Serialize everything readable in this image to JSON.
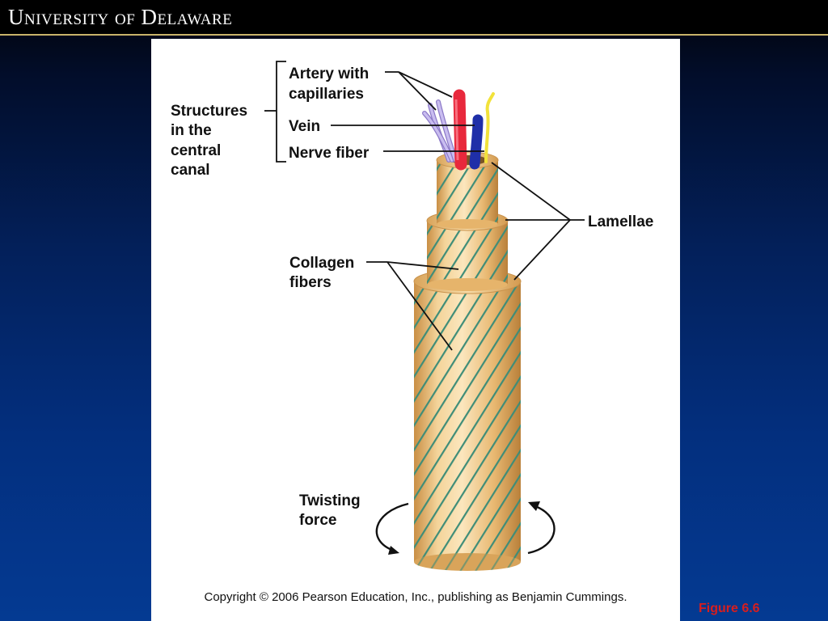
{
  "header": {
    "logo_text": "University of Delaware"
  },
  "diagram": {
    "labels": {
      "artery": [
        "Artery with",
        "capillaries"
      ],
      "structures": [
        "Structures",
        "in the",
        "central",
        "canal"
      ],
      "vein": "Vein",
      "nerve": "Nerve fiber",
      "lamellae": "Lamellae",
      "collagen": [
        "Collagen",
        "fibers"
      ],
      "twisting": [
        "Twisting",
        "force"
      ]
    },
    "colors": {
      "artery": "#e8283c",
      "vein": "#1f2fa8",
      "nerve": "#f2e23a",
      "capillary": "#b9a9e6",
      "lamella": "#e7b56c",
      "fiber_stripe": "#3e8d78"
    }
  },
  "copyright": "Copyright © 2006 Pearson Education, Inc., publishing as Benjamin Cummings.",
  "figure_number": "Figure 6.6"
}
